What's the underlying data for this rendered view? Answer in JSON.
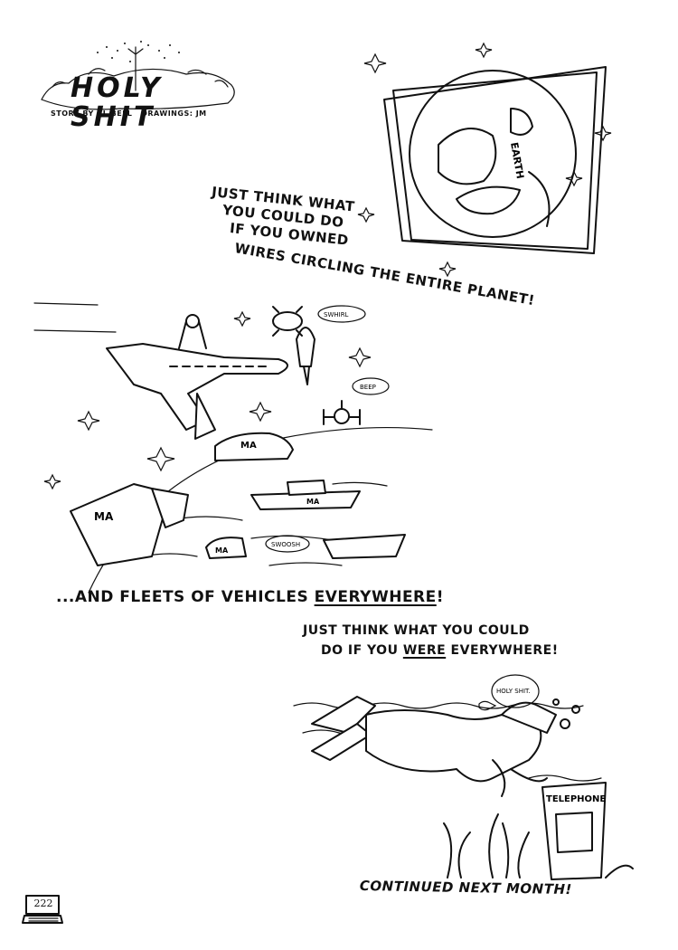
{
  "masthead": {
    "title": "HOLY SHIT",
    "byline": "STORY BY AL BELL   DRAWINGS: JM"
  },
  "captions": {
    "wires_line1": "JUST THINK WHAT",
    "wires_line2": "YOU COULD DO",
    "wires_line3": "IF YOU OWNED",
    "wires_line4": "WIRES CIRCLING THE ENTIRE PLANET!",
    "fleets_prefix": "...AND FLEETS OF VEHICLES ",
    "fleets_emph": "EVERYWHERE",
    "fleets_suffix": "!",
    "everywhere_line1": "JUST THINK WHAT YOU COULD",
    "everywhere_line2_a": "DO IF YOU ",
    "everywhere_line2_emph": "WERE",
    "everywhere_line2_b": " EVERYWHERE!",
    "continued": "CONTINUED NEXT MONTH!"
  },
  "art_labels": {
    "earth": "EARTH",
    "bubble_swish": "SWHIRL",
    "bubble_beep": "BEEP",
    "bubble_swoosh": "SWOOSH",
    "truck_logo": "MA",
    "car_logo": "MA",
    "ship_logo": "MA",
    "sub_logo": "MA",
    "diver_bubble": "HOLY SHIT.",
    "phone_booth": "TELEPHONE"
  },
  "page_number": "222"
}
